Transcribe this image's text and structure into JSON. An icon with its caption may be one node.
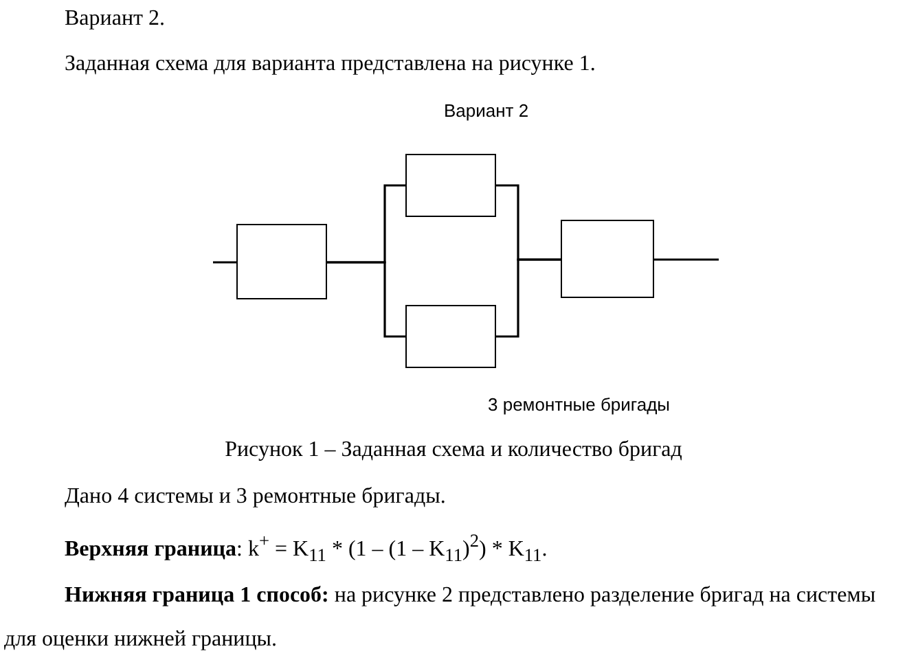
{
  "diagram": {
    "title": "Вариант 2",
    "caption": "Рисунок 1 – Заданная схема и количество бригад",
    "nodes": [
      {
        "text": [],
        "shape": "box"
      },
      {
        "text": [],
        "shape": "box"
      },
      {
        "text": [],
        "shape": "box"
      },
      {
        "text": [],
        "shape": "box"
      }
    ],
    "edges": [
      {
        "from": null,
        "to": 0,
        "arrow": "none"
      },
      {
        "from": 0,
        "to": 1,
        "arrow": "none"
      },
      {
        "from": 0,
        "to": 2,
        "arrow": "none"
      },
      {
        "from": 1,
        "to": 3,
        "arrow": "none"
      },
      {
        "from": 2,
        "to": 3,
        "arrow": "none"
      },
      {
        "from": 3,
        "to": null,
        "arrow": "none"
      }
    ],
    "labels": [
      "Вариант 2.",
      "Заданная схема для варианта представлена на рисунке 1.",
      "3 ремонтные бригады",
      "Дано 4 системы и 3 ремонтные бригады.",
      "**Верхняя граница**: k$^{+}$ = K$_{11}$ * (1 – (1 – K$_{11}$)$^{2}$) * K$_{11}$.",
      "**Нижняя граница 1 способ:** на рисунке 2 представлено разделение бригад на системы для оценки нижней границы."
    ]
  }
}
